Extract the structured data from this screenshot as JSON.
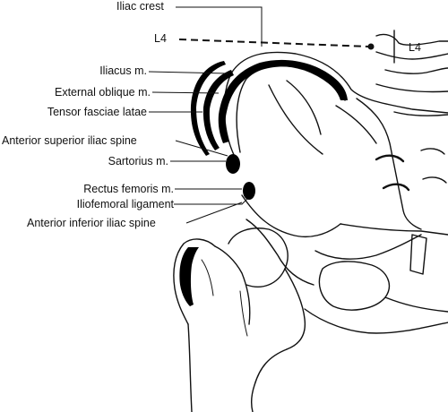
{
  "labels": {
    "iliac_crest": "Iliac crest",
    "l4_left": "L4",
    "l4_right": "L4",
    "iliacus": "Iliacus m.",
    "external_oblique": "External oblique m.",
    "tensor_fasciae_latae": "Tensor fasciae latae",
    "asis": "Anterior superior iliac spine",
    "sartorius": "Sartorius m.",
    "rectus_femoris": "Rectus femoris m.",
    "iliofemoral_ligament": "Iliofemoral ligament",
    "aiis": "Anterior inferior iliac spine"
  }
}
